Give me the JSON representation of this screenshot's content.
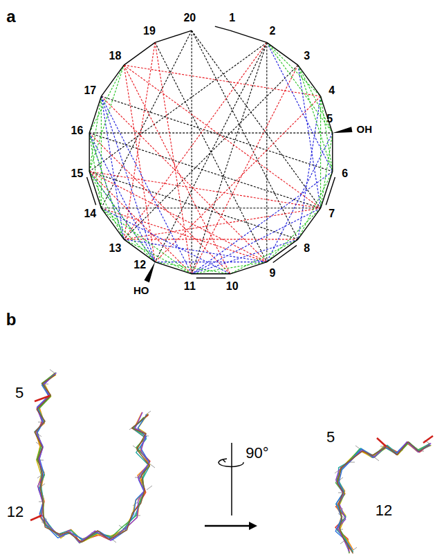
{
  "diagram": {
    "labels": [
      "a",
      "1",
      "2",
      "3",
      "4",
      "5",
      "6",
      "7",
      "8",
      "9",
      "10",
      "11",
      "12",
      "13",
      "14",
      "15",
      "16",
      "17",
      "18",
      "19",
      "20",
      "OH",
      "HO",
      "b",
      "5",
      "12",
      "90°",
      "5",
      "12"
    ]
  }
}
